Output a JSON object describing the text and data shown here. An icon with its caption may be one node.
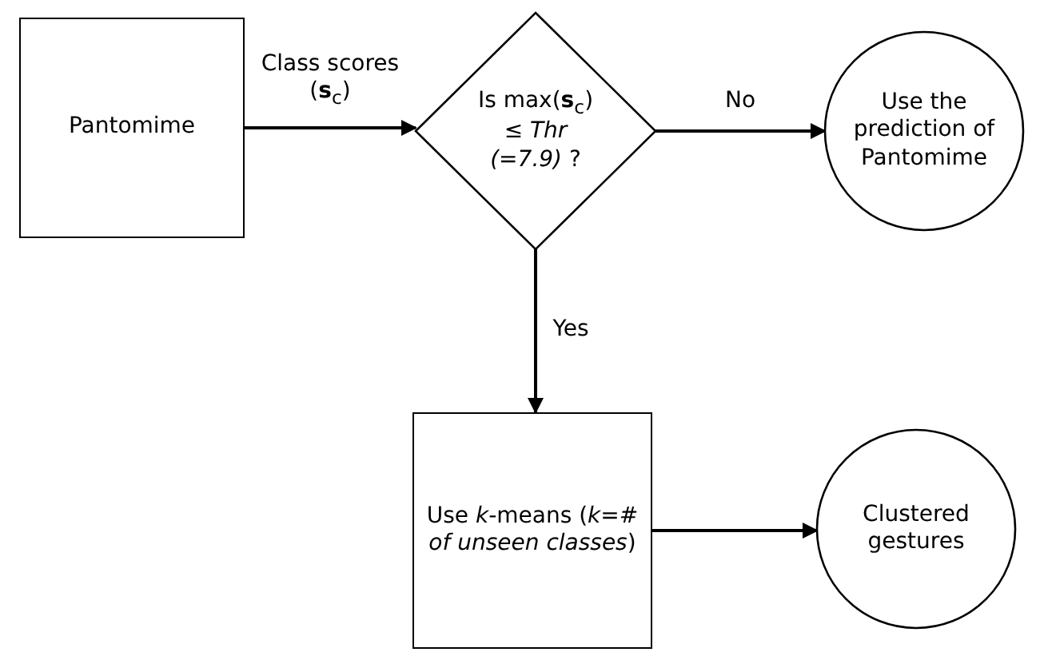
{
  "diagram": {
    "nodes": [
      {
        "text": [
          "Pantomime"
        ]
      },
      {
        "text": [
          "Is max(**s**$_{c}$) ≤ *Thr (=7.9)* ?"
        ]
      },
      {
        "text": [
          "Use the prediction of Pantomime"
        ]
      },
      {
        "text": [
          "Use *k*-means (*k=# of unseen classes*)"
        ]
      },
      {
        "text": [
          "Clustered gestures"
        ]
      }
    ],
    "edges": [
      {
        "from": 0,
        "to": 1,
        "arrow": "to",
        "label": "Class scores (**s**$_{c}$)"
      },
      {
        "from": 1,
        "to": 2,
        "arrow": "to",
        "label": "No"
      },
      {
        "from": 1,
        "to": 3,
        "arrow": "to",
        "label": "Yes"
      },
      {
        "from": 3,
        "to": 4,
        "arrow": "to"
      }
    ]
  }
}
